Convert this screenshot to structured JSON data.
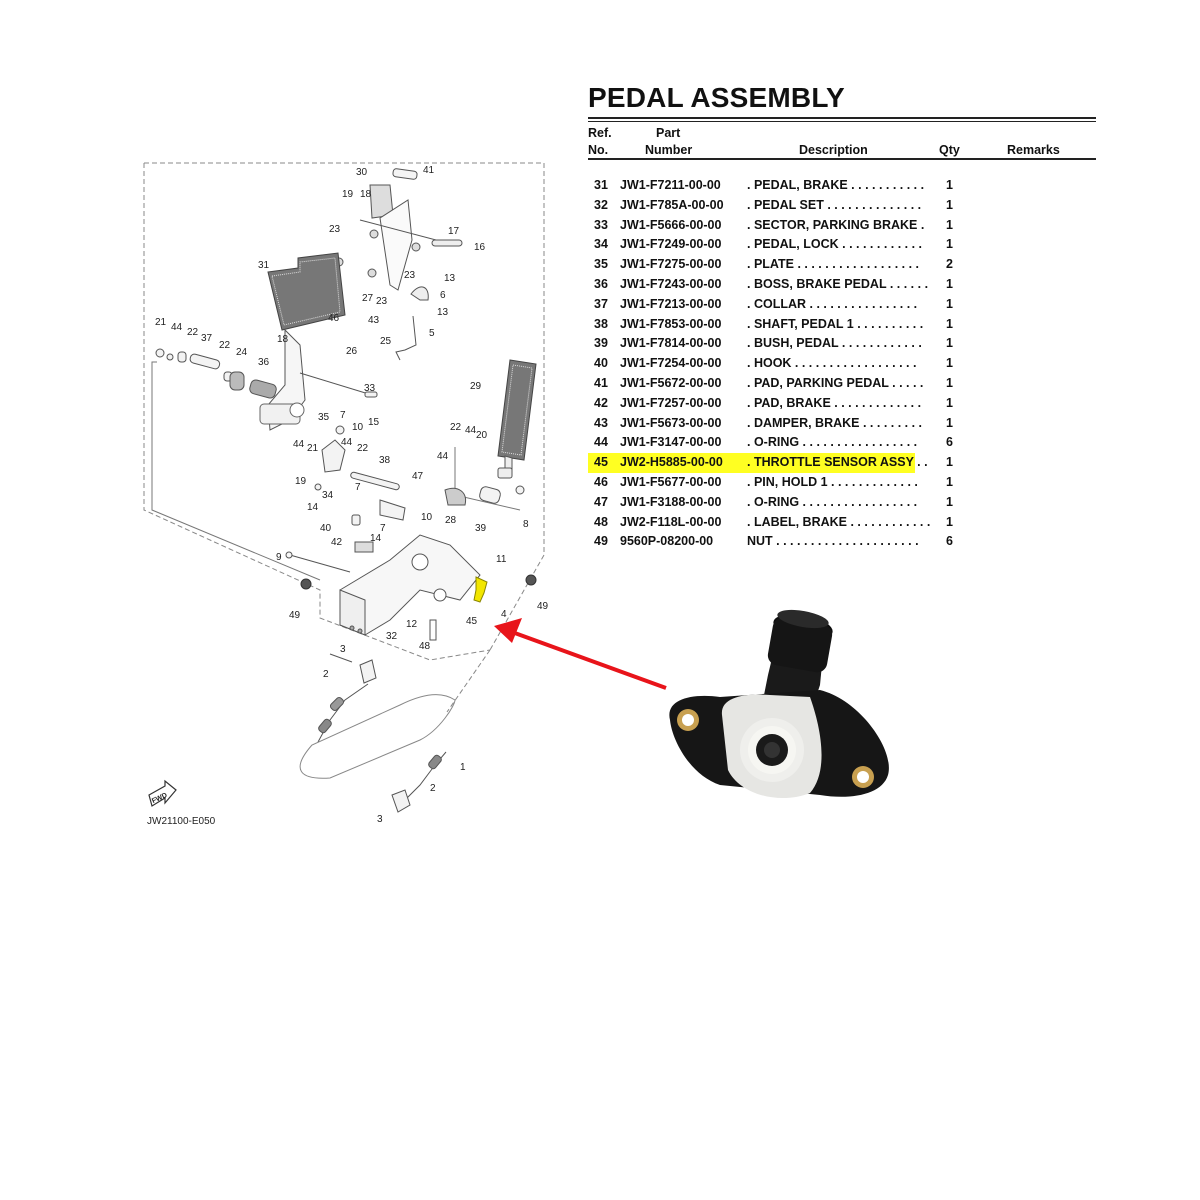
{
  "parts_list": {
    "title": "PEDAL ASSEMBLY",
    "headers": {
      "ref_line1": "Ref.",
      "ref_line2": "No.",
      "part_line1": "Part",
      "part_line2": "Number",
      "description": "Description",
      "qty": "Qty",
      "remarks": "Remarks"
    },
    "rows": [
      {
        "ref": "31",
        "part": "JW1-F7211-00-00",
        "desc": ". PEDAL, BRAKE . . . . . . . . . . .",
        "qty": "1"
      },
      {
        "ref": "32",
        "part": "JW1-F785A-00-00",
        "desc": ". PEDAL SET  . . . . . . . . . . . . . .",
        "qty": "1"
      },
      {
        "ref": "33",
        "part": "JW1-F5666-00-00",
        "desc": ". SECTOR, PARKING BRAKE   .",
        "qty": "1"
      },
      {
        "ref": "34",
        "part": "JW1-F7249-00-00",
        "desc": ". PEDAL, LOCK  . . . . . . . . . . . .",
        "qty": "1"
      },
      {
        "ref": "35",
        "part": "JW1-F7275-00-00",
        "desc": ". PLATE . . . . . . . . . . . . . . . . . .",
        "qty": "2"
      },
      {
        "ref": "36",
        "part": "JW1-F7243-00-00",
        "desc": ". BOSS, BRAKE PEDAL . . . . . .",
        "qty": "1"
      },
      {
        "ref": "37",
        "part": "JW1-F7213-00-00",
        "desc": ". COLLAR  . . . . . . . . . . . . . . . .",
        "qty": "1"
      },
      {
        "ref": "38",
        "part": "JW1-F7853-00-00",
        "desc": ". SHAFT, PEDAL 1 . . . . . . . . . .",
        "qty": "1"
      },
      {
        "ref": "39",
        "part": "JW1-F7814-00-00",
        "desc": ". BUSH, PEDAL  . . . . . . . . . . . .",
        "qty": "1"
      },
      {
        "ref": "40",
        "part": "JW1-F7254-00-00",
        "desc": ". HOOK  . . . . . . . . . . . . . . . . . .",
        "qty": "1"
      },
      {
        "ref": "41",
        "part": "JW1-F5672-00-00",
        "desc": ". PAD, PARKING PEDAL  . . . . .",
        "qty": "1"
      },
      {
        "ref": "42",
        "part": "JW1-F7257-00-00",
        "desc": ". PAD, BRAKE  . . . . . . . . . . . . .",
        "qty": "1"
      },
      {
        "ref": "43",
        "part": "JW1-F5673-00-00",
        "desc": ". DAMPER, BRAKE  . . . . . . . . .",
        "qty": "1"
      },
      {
        "ref": "44",
        "part": "JW1-F3147-00-00",
        "desc": ". O-RING  . . . . . . . . . . . . . . . . .",
        "qty": "6"
      },
      {
        "ref": "45",
        "part": "JW2-H5885-00-00",
        "desc": ". THROTTLE SENSOR ASSY  . .",
        "qty": "1",
        "highlighted": true
      },
      {
        "ref": "46",
        "part": "JW1-F5677-00-00",
        "desc": ". PIN, HOLD 1  . . . . . . . . . . . . .",
        "qty": "1"
      },
      {
        "ref": "47",
        "part": "JW1-F3188-00-00",
        "desc": ". O-RING  . . . . . . . . . . . . . . . . .",
        "qty": "1"
      },
      {
        "ref": "48",
        "part": "JW2-F118L-00-00",
        "desc": ". LABEL, BRAKE  . . . . . . . . . . . .",
        "qty": "1"
      },
      {
        "ref": "49",
        "part": "9560P-08200-00",
        "desc": "NUT  . . . . . . . . . . . . . . . . . . . . .",
        "qty": "6"
      }
    ],
    "highlight_color": "#ffff22"
  },
  "diagram": {
    "figure_code": "JW21100-E050",
    "fwd_badge": "FWD",
    "callouts": [
      "41",
      "30",
      "19",
      "18",
      "23",
      "17",
      "16",
      "31",
      "23",
      "13",
      "27",
      "23",
      "6",
      "13",
      "43",
      "46",
      "25",
      "5",
      "21",
      "44",
      "22",
      "37",
      "22",
      "24",
      "36",
      "18",
      "26",
      "33",
      "29",
      "35",
      "7",
      "15",
      "10",
      "44",
      "21",
      "44",
      "22",
      "38",
      "22",
      "44",
      "20",
      "19",
      "34",
      "44",
      "14",
      "47",
      "28",
      "39",
      "8",
      "7",
      "40",
      "7",
      "10",
      "14",
      "42",
      "11",
      "9",
      "49",
      "12",
      "32",
      "48",
      "45",
      "4",
      "49",
      "3",
      "2",
      "1",
      "2",
      "3"
    ],
    "arrow_color": "#e8141a"
  },
  "product_photo": {
    "subject": "throttle-sensor-assy",
    "body_color": "#151515",
    "face_color": "#e6e6e3",
    "bushing_color": "#c8a050"
  }
}
